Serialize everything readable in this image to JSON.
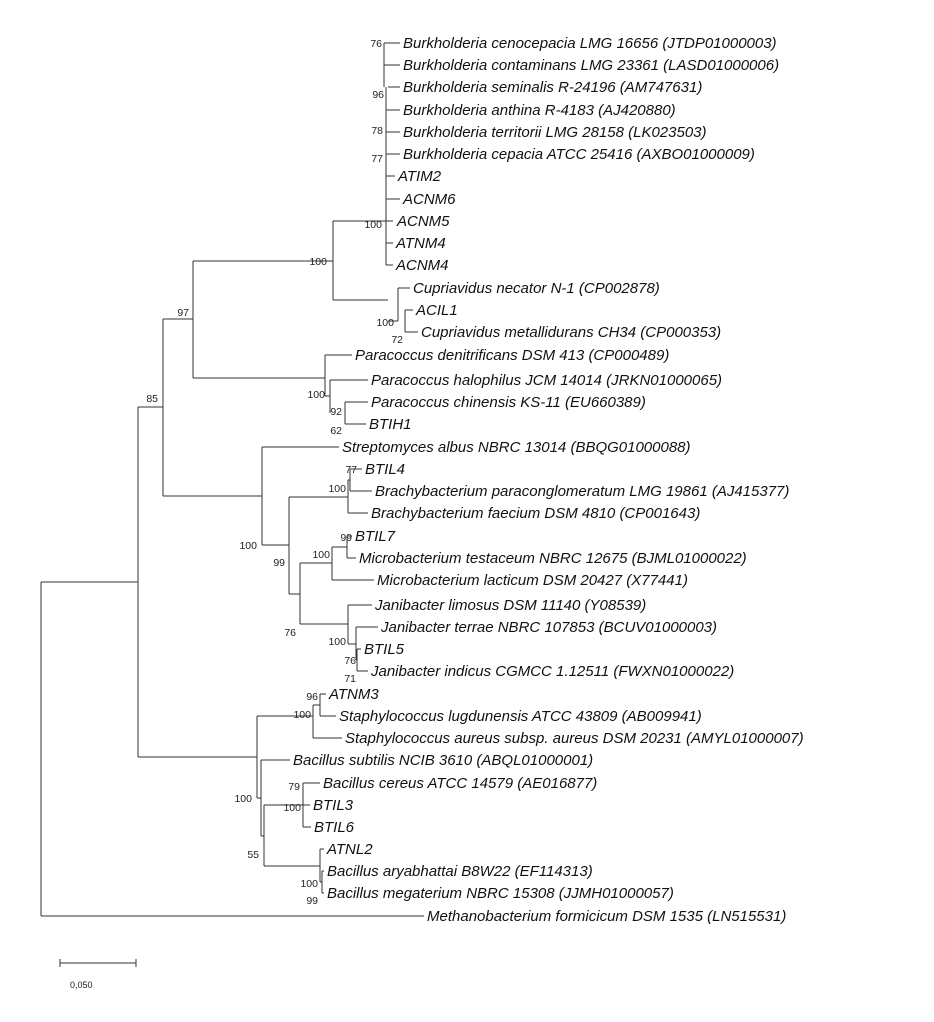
{
  "taxa": [
    "Burkholderia cenocepacia LMG 16656 (JTDP01000003)",
    "Burkholderia contaminans LMG 23361 (LASD01000006)",
    "Burkholderia seminalis R-24196 (AM747631)",
    "Burkholderia anthina R-4183 (AJ420880)",
    "Burkholderia territorii LMG 28158 (LK023503)",
    "Burkholderia cepacia ATCC 25416 (AXBO01000009)",
    "ATIM2",
    "ACNM6",
    "ACNM5",
    "ATNM4",
    "ACNM4",
    "Cupriavidus necator N-1 (CP002878)",
    "ACIL1",
    "Cupriavidus metallidurans CH34 (CP000353)",
    "Paracoccus denitrificans DSM 413 (CP000489)",
    "Paracoccus halophilus JCM 14014 (JRKN01000065)",
    "Paracoccus chinensis KS-11 (EU660389)",
    "BTIH1",
    "Streptomyces albus NBRC 13014 (BBQG01000088)",
    "BTIL4",
    "Brachybacterium paraconglomeratum  LMG 19861 (AJ415377)",
    "Brachybacterium faecium DSM 4810 (CP001643)",
    "BTIL7",
    "Microbacterium testaceum NBRC 12675 (BJML01000022)",
    "Microbacterium lacticum DSM 20427 (X77441)",
    "Janibacter limosus DSM 11140 (Y08539)",
    "Janibacter terrae NBRC 107853 (BCUV01000003)",
    "BTIL5",
    "Janibacter indicus CGMCC 1.12511 (FWXN01000022)",
    "ATNM3",
    "Staphylococcus lugdunensis ATCC 43809 (AB009941)",
    "Staphylococcus aureus subsp. aureus DSM 20231 (AMYL01000007)",
    "Bacillus subtilis NCIB 3610 (ABQL01000001)",
    "Bacillus cereus ATCC 14579 (AE016877)",
    "BTIL3",
    "BTIL6",
    "ATNL2",
    "Bacillus aryabhattai B8W22 (EF114313)",
    "Bacillus megaterium NBRC 15308 (JJMH01000057)",
    "Methanobacterium formicicum DSM 1535 (LN515531)"
  ],
  "bootstrap": [
    "76",
    "96",
    "78",
    "77",
    "100",
    "100",
    "100",
    "72",
    "97",
    "100",
    "92",
    "62",
    "85",
    "77",
    "100",
    "99",
    "100",
    "100",
    "99",
    "76",
    "100",
    "76",
    "71",
    "96",
    "100",
    "100",
    "79",
    "100",
    "55",
    "100",
    "99"
  ],
  "scale_bar": {
    "value": 0.05,
    "label": "0,050"
  },
  "colors": {
    "line": "#333333",
    "text": "#111111"
  }
}
